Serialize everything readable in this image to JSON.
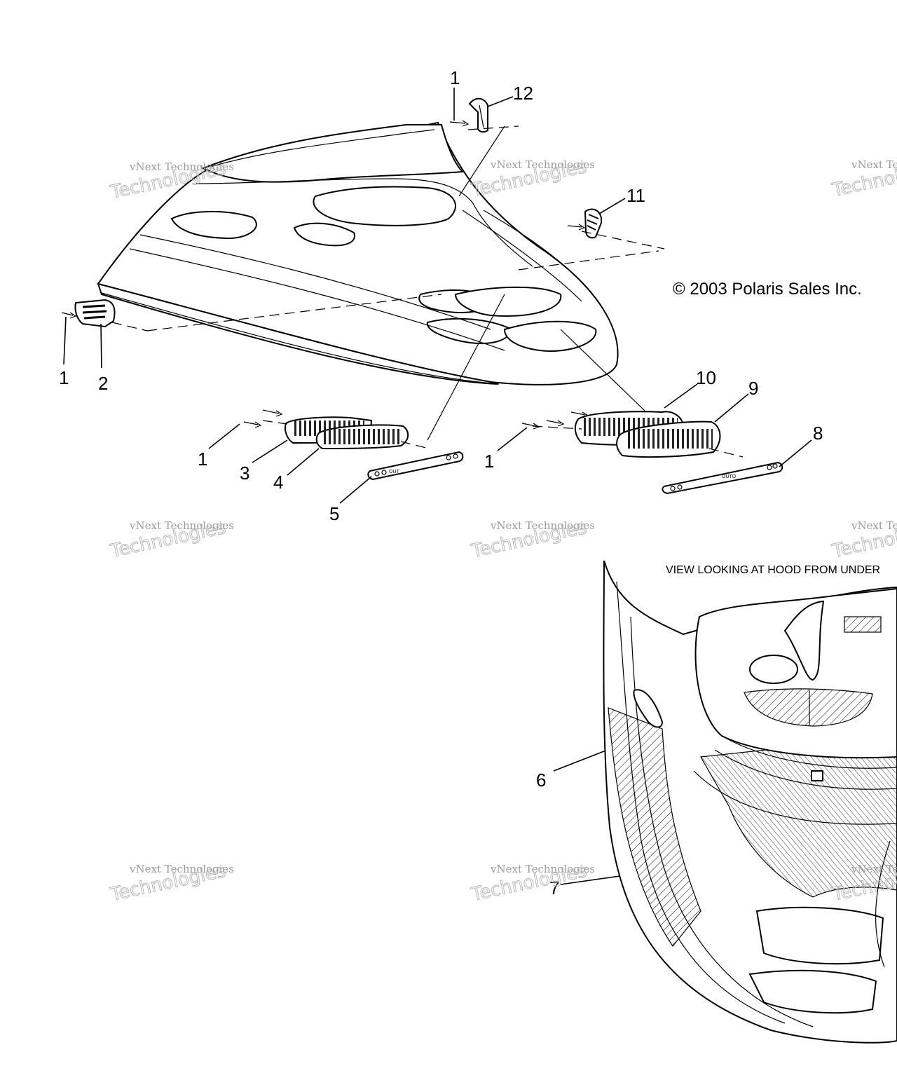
{
  "copyright": "© 2003 Polaris Sales Inc.",
  "view_label": "VIEW LOOKING AT HOOD FROM UNDER",
  "watermark": {
    "line1": "vNext Technologies",
    "line2": "Technologies"
  },
  "callouts": {
    "c1a": "1",
    "c12": "12",
    "c11": "11",
    "c1b": "1",
    "c2": "2",
    "c10": "10",
    "c9": "9",
    "c1c": "1",
    "c3": "3",
    "c4": "4",
    "c8": "8",
    "c1d": "1",
    "c5": "5",
    "c6": "6",
    "c7": "7"
  },
  "strip_labels": {
    "s5": "OUT",
    "s8": "OUTO"
  }
}
